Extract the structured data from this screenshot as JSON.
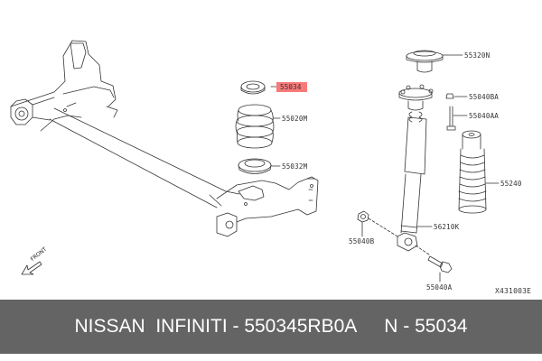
{
  "diagram": {
    "highlight_color": "#f87979",
    "labels": [
      {
        "id": "55034",
        "text": "55034",
        "highlighted": true
      },
      {
        "id": "55020M",
        "text": "55020M"
      },
      {
        "id": "55032M",
        "text": "55032M"
      },
      {
        "id": "55320N",
        "text": "55320N"
      },
      {
        "id": "55040BA",
        "text": "55040BA"
      },
      {
        "id": "55040AA",
        "text": "55040AA"
      },
      {
        "id": "55240",
        "text": "55240"
      },
      {
        "id": "56210K",
        "text": "56210K"
      },
      {
        "id": "55040B",
        "text": "55040B"
      },
      {
        "id": "55040A",
        "text": "55040A"
      }
    ],
    "direction_label": "FRONT",
    "figure_code": "X431003E"
  },
  "banner": {
    "brand": "NISSAN  INFINITI - 550345RB0A",
    "part": "N - 55034",
    "background": "#646464"
  }
}
